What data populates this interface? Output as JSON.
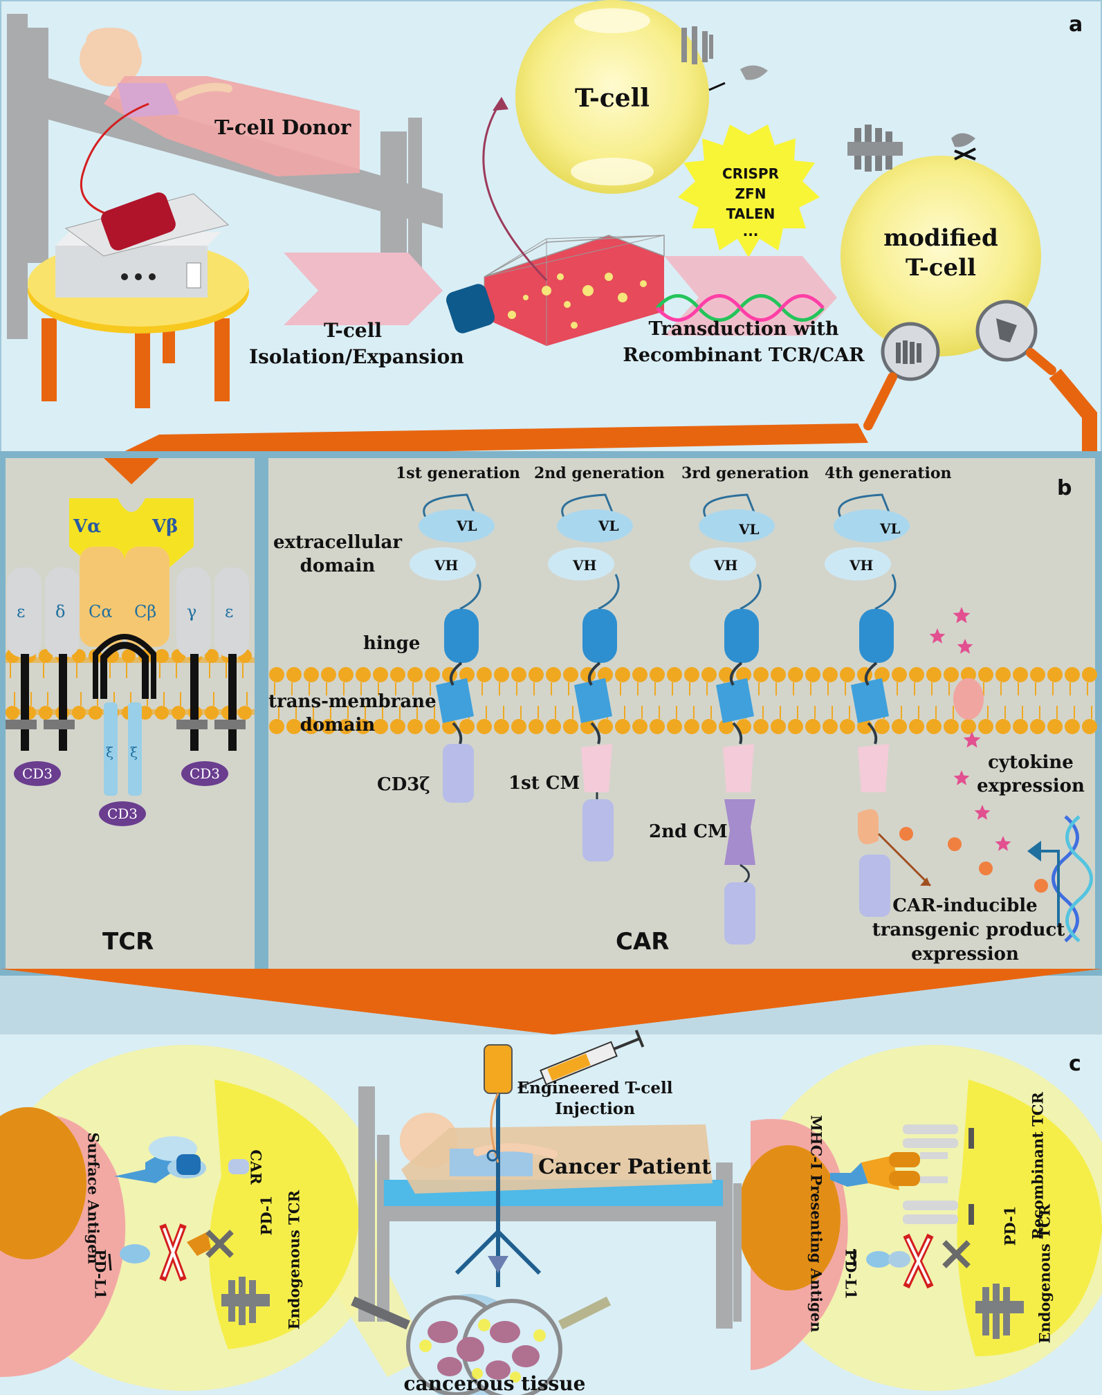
{
  "panel_a": {
    "letter": "a",
    "donor_label": "T-cell Donor",
    "isolation_label_line1": "T-cell",
    "isolation_label_line2": "Isolation/Expansion",
    "tcell_label": "T-cell",
    "editing_tools": [
      "CRISPR",
      "ZFN",
      "TALEN",
      "..."
    ],
    "modified_label_line1": "modified",
    "modified_label_line2": "T-cell",
    "transduction_line1": "Transduction with",
    "transduction_line2": "Recombinant TCR/CAR"
  },
  "panel_b": {
    "letter": "b",
    "tcr_title": "TCR",
    "car_title": "CAR",
    "tcr": {
      "v_alpha": "Vα",
      "v_beta": "Vβ",
      "c_alpha": "Cα",
      "c_beta": "Cβ",
      "epsilon": "ε",
      "delta": "δ",
      "gamma": "γ",
      "xi": "ξ",
      "cd3": "CD3"
    },
    "generations": [
      "1st generation",
      "2nd generation",
      "3rd generation",
      "4th generation"
    ],
    "vl": "VL",
    "vh": "VH",
    "side_labels": {
      "extracellular_line1": "extracellular",
      "extracellular_line2": "domain",
      "hinge": "hinge",
      "transmembrane_line1": "trans-membrane",
      "transmembrane_line2": "domain"
    },
    "cd3zeta": "CD3ζ",
    "first_cm": "1st CM",
    "second_cm": "2nd CM",
    "cytokine_line1": "cytokine",
    "cytokine_line2": "expression",
    "inducible_line1": "CAR-inducible",
    "inducible_line2": "transgenic product",
    "inducible_line3": "expression"
  },
  "panel_c": {
    "letter": "c",
    "injection_line1": "Engineered T-cell",
    "injection_line2": "Injection",
    "patient_label": "Cancer Patient",
    "tissue_label": "cancerous tissue",
    "left_zoom": {
      "surface_antigen": "Surface Antigen",
      "car": "CAR",
      "pd_l1": "PD-L1",
      "pd_1": "PD-1",
      "endogenous_tcr": "Endogenous TCR"
    },
    "right_zoom": {
      "mhc_antigen": "MHC-I Presenting Antigen",
      "recombinant_tcr": "Recombinant TCR",
      "pd_l1": "PD-L1",
      "pd_1": "PD-1",
      "endogenous_tcr": "Endogenous TCR"
    }
  },
  "colors": {
    "panel_a_bg": "#daeef5",
    "panel_b_bg": "#d3d5cb",
    "frame_blue": "#7fb3c9",
    "orange_arrow": "#e8650f",
    "membrane_orange": "#f0a820",
    "tcell_yellow": "#f8f29a",
    "car_domain_blue": "#2d8fd0",
    "cd3_purple": "#6a3d8f"
  }
}
